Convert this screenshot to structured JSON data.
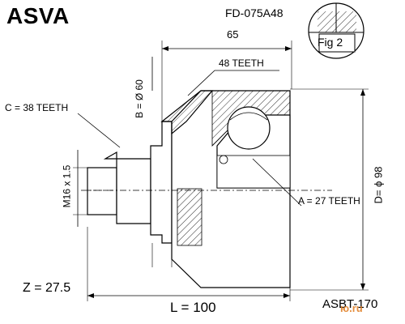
{
  "brand": "ASVA",
  "part_number": "FD-075A48",
  "figure_label": "Fig 2",
  "dimensions": {
    "overall_65": "65",
    "teeth_48": "48 TEETH",
    "teeth_c": "C = 38 TEETH",
    "b_diameter": "B = Ø 60",
    "thread": "M16 x 1.5",
    "teeth_a": "A = 27 TEETH",
    "d_diameter": "D= ϕ 98",
    "z_value": "Z = 27.5",
    "length": "L = 100"
  },
  "reference": "ASBT-170",
  "watermark": "ю.ru"
}
